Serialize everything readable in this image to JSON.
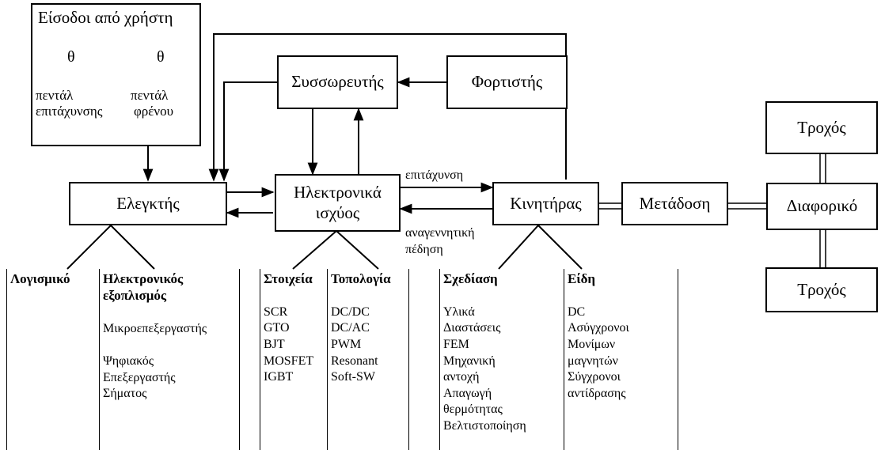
{
  "inputs": {
    "title": "Είσοδοι από χρήστη",
    "theta_symbol": "θ",
    "accelerator_label_1": "πεντάλ",
    "accelerator_label_2": "επιτάχυνσης",
    "brake_label_1": "πεντάλ",
    "brake_label_2": "φρένου"
  },
  "blocks": {
    "controller": "Ελεγκτής",
    "power_electronics_1": "Ηλεκτρονικά",
    "power_electronics_2": "ισχύος",
    "battery": "Συσσωρευτής",
    "charger": "Φορτιστής",
    "motor": "Κινητήρας",
    "transmission": "Μετάδοση",
    "differential": "Διαφορικό",
    "wheel_top": "Τροχός",
    "wheel_bottom": "Τροχός"
  },
  "flow_labels": {
    "acceleration": "επιτάχυνση",
    "regen_1": "αναγεννητική",
    "regen_2": "πέδηση"
  },
  "panels": {
    "software": {
      "title": "Λογισμικό",
      "items": []
    },
    "hardware": {
      "title_1": "Ηλεκτρονικός",
      "title_2": "εξοπλισμός",
      "items": [
        "",
        "Μικροεπεξεργαστής",
        "",
        "Ψηφιακός",
        "Επεξεργαστής",
        "Σήματος"
      ]
    },
    "devices": {
      "title": "Στοιχεία",
      "items": [
        "",
        "SCR",
        "GTO",
        "BJT",
        "MOSFET",
        "IGBT"
      ]
    },
    "topology": {
      "title": "Τοπολογία",
      "items": [
        "",
        "DC/DC",
        "DC/AC",
        "PWM",
        "Resonant",
        "Soft-SW"
      ]
    },
    "design": {
      "title": "Σχεδίαση",
      "items": [
        "",
        "Υλικά",
        "Διαστάσεις",
        "FEM",
        "Μηχανική",
        "αντοχή",
        "Απαγωγή",
        "θερμότητας",
        "Βελτιστοποίηση"
      ]
    },
    "types": {
      "title": "Είδη",
      "items": [
        "",
        "DC",
        "Ασύγχρονοι",
        "Μονίμων",
        "μαγνητών",
        "Σύγχρονοι",
        "αντίδρασης"
      ]
    }
  }
}
